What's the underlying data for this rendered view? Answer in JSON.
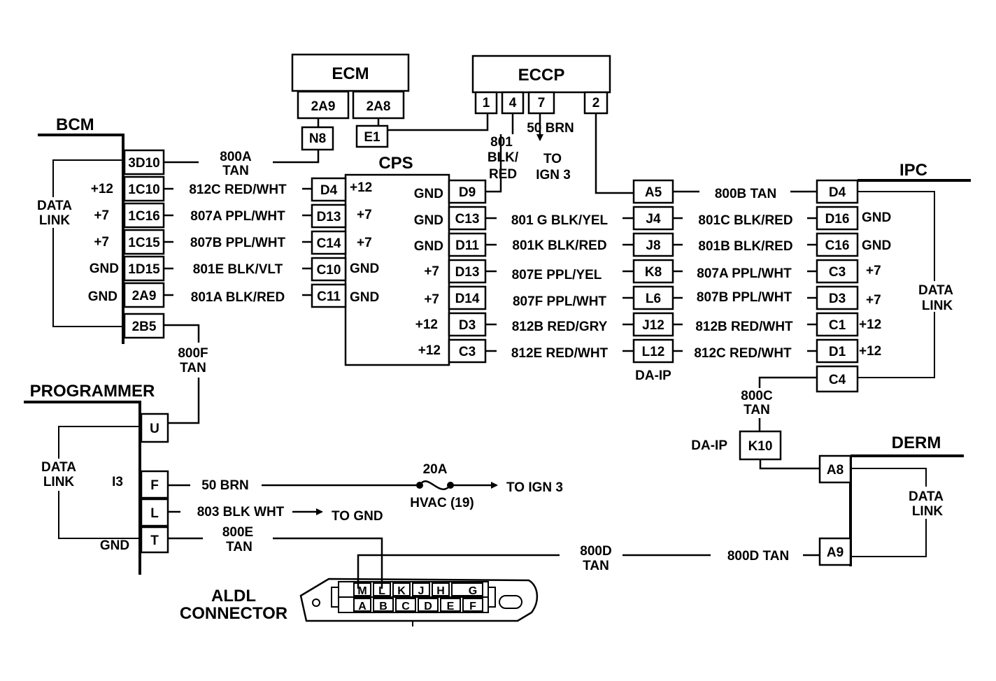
{
  "components": {
    "ecm": "ECM",
    "eccp": "ECCP",
    "bcm": "BCM",
    "cps": "CPS",
    "ipc": "IPC",
    "programmer": "PROGRAMMER",
    "derm": "DERM",
    "aldl_line1": "ALDL",
    "aldl_line2": "CONNECTOR",
    "da_ip": "DA-IP",
    "da_ip_k10": "DA-IP"
  },
  "ecm_pins": [
    "2A9",
    "2A8"
  ],
  "eccp_pins": [
    "1",
    "4",
    "7",
    "2"
  ],
  "splices": {
    "n8": "N8",
    "e1": "E1"
  },
  "bcm_pins": [
    "3D10",
    "1C10",
    "1C16",
    "1C15",
    "1D15",
    "2A9",
    "2B5"
  ],
  "bcm_side": [
    "+12",
    "+7",
    "+7",
    "GND",
    "GND"
  ],
  "cps_left_pins": [
    "D4",
    "D13",
    "C14",
    "C10",
    "C11"
  ],
  "cps_left_inner": [
    "+12",
    "+7",
    "+7",
    "GND",
    "GND"
  ],
  "cps_right_pins": [
    "D9",
    "C13",
    "D11",
    "D13",
    "D14",
    "D3",
    "C3"
  ],
  "cps_right_inner": [
    "GND",
    "GND",
    "GND",
    "+7",
    "+7",
    "+12",
    "+12"
  ],
  "da_pins": [
    "A5",
    "J4",
    "J8",
    "K8",
    "L6",
    "J12",
    "L12"
  ],
  "ipc_pins": [
    "D4",
    "D16",
    "C16",
    "C3",
    "D3",
    "C1",
    "D1",
    "C4"
  ],
  "ipc_side": [
    "GND",
    "GND",
    "+7",
    "+7",
    "+12",
    "+12"
  ],
  "prog_pins": [
    "U",
    "F",
    "L",
    "T"
  ],
  "prog_labels": {
    "i3": "I3",
    "gnd": "GND"
  },
  "derm_pins": [
    "A8",
    "A9"
  ],
  "k10": "K10",
  "data_link": {
    "line1": "DATA",
    "line2": "LINK"
  },
  "wires": {
    "w800a_1": "800A",
    "w800a_2": "TAN",
    "w812c": "812C RED/WHT",
    "w807a": "807A PPL/WHT",
    "w807b": "807B PPL/WHT",
    "w801e": "801E BLK/VLT",
    "w801a": "801A BLK/RED",
    "w801_1": "801",
    "w801_2": "BLK/",
    "w801_3": "RED",
    "w50brn": "50 BRN",
    "to1": "TO",
    "ign3": "IGN 3",
    "w801g": "801 G BLK/YEL",
    "w801k": "801K BLK/RED",
    "w807e": "807E PPL/YEL",
    "w807f": "807F PPL/WHT",
    "w812b_cps": "812B RED/GRY",
    "w812e": "812E RED/WHT",
    "w800b": "800B TAN",
    "w801c": "801C BLK/RED",
    "w801b": "801B BLK/RED",
    "w807a_ipc": "807A PPL/WHT",
    "w807b_ipc": "807B PPL/WHT",
    "w812b_ipc": "812B RED/WHT",
    "w812c_ipc": "812C RED/WHT",
    "w800f_1": "800F",
    "w800f_2": "TAN",
    "w800c_1": "800C",
    "w800c_2": "TAN",
    "w50brn_prog": "50 BRN",
    "fuse_amp": "20A",
    "fuse_name": "HVAC (19)",
    "to_ign3": "TO IGN 3",
    "w803": "803 BLK WHT",
    "to_gnd": "TO GND",
    "w800e_1": "800E",
    "w800e_2": "TAN",
    "w800d_1": "800D",
    "w800d_2": "TAN",
    "w800d_tan": "800D TAN"
  },
  "aldl_top": [
    "M",
    "L",
    "K",
    "J",
    "H",
    "G"
  ],
  "aldl_bottom": [
    "A",
    "B",
    "C",
    "D",
    "E",
    "F"
  ]
}
